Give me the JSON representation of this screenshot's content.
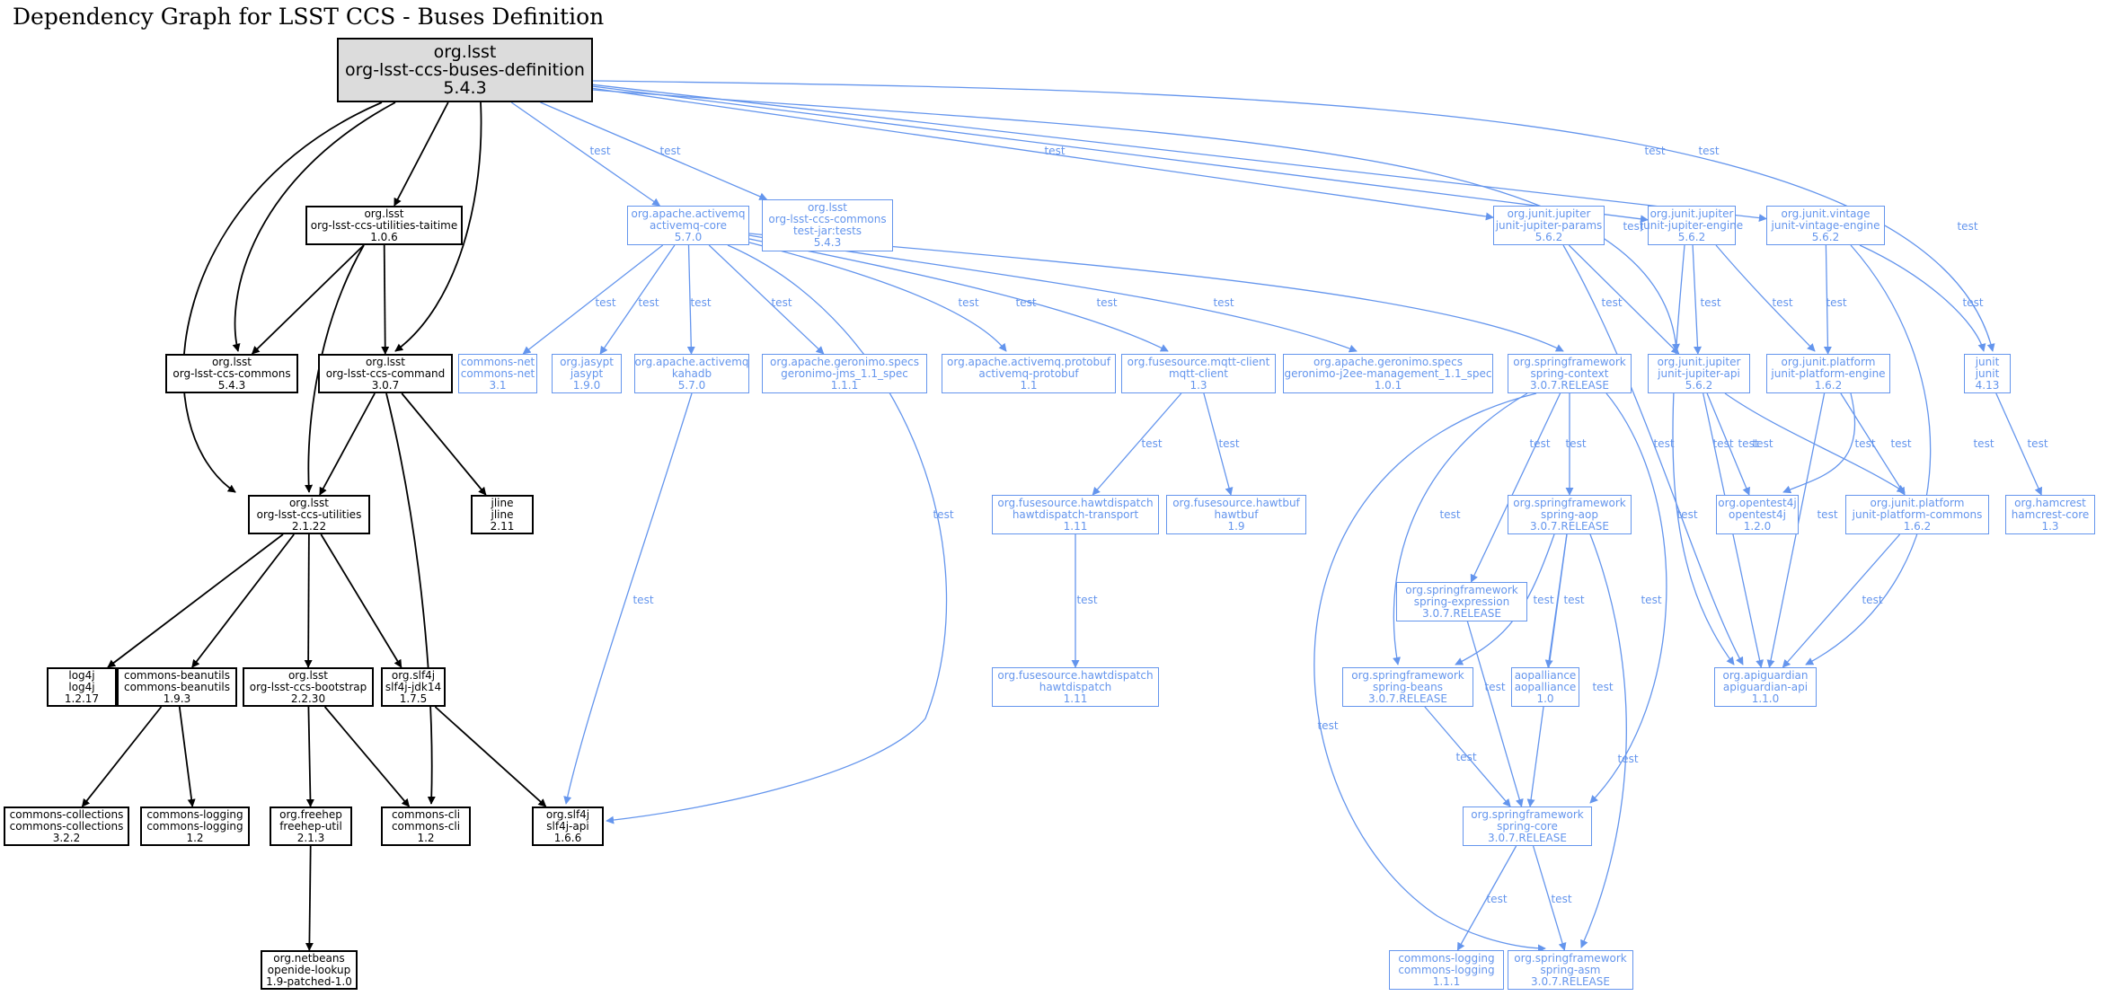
{
  "title": "Dependency Graph for LSST CCS - Buses Definition",
  "colors": {
    "compile": "#000000",
    "test": "#6495ed",
    "root_fill": "#dcdcdc"
  },
  "nodes": [
    {
      "id": "root",
      "lines": [
        "org.lsst",
        "org-lsst-ccs-buses-definition",
        "5.4.3"
      ],
      "scope": "root"
    },
    {
      "id": "taitime",
      "lines": [
        "org.lsst",
        "org-lsst-ccs-utilities-taitime",
        "1.0.6"
      ],
      "scope": "compile"
    },
    {
      "id": "commons",
      "lines": [
        "org.lsst",
        "org-lsst-ccs-commons",
        "5.4.3"
      ],
      "scope": "compile"
    },
    {
      "id": "command",
      "lines": [
        "org.lsst",
        "org-lsst-ccs-command",
        "3.0.7"
      ],
      "scope": "compile"
    },
    {
      "id": "utilities",
      "lines": [
        "org.lsst",
        "org-lsst-ccs-utilities",
        "2.1.22"
      ],
      "scope": "compile"
    },
    {
      "id": "jline",
      "lines": [
        "jline",
        "jline",
        "2.11"
      ],
      "scope": "compile"
    },
    {
      "id": "log4j",
      "lines": [
        "log4j",
        "log4j",
        "1.2.17"
      ],
      "scope": "compile"
    },
    {
      "id": "beanutils",
      "lines": [
        "commons-beanutils",
        "commons-beanutils",
        "1.9.3"
      ],
      "scope": "compile"
    },
    {
      "id": "bootstrap",
      "lines": [
        "org.lsst",
        "org-lsst-ccs-bootstrap",
        "2.2.30"
      ],
      "scope": "compile"
    },
    {
      "id": "slf4jjdk",
      "lines": [
        "org.slf4j",
        "slf4j-jdk14",
        "1.7.5"
      ],
      "scope": "compile"
    },
    {
      "id": "collections",
      "lines": [
        "commons-collections",
        "commons-collections",
        "3.2.2"
      ],
      "scope": "compile"
    },
    {
      "id": "logging",
      "lines": [
        "commons-logging",
        "commons-logging",
        "1.2"
      ],
      "scope": "compile"
    },
    {
      "id": "freehep",
      "lines": [
        "org.freehep",
        "freehep-util",
        "2.1.3"
      ],
      "scope": "compile"
    },
    {
      "id": "cli",
      "lines": [
        "commons-cli",
        "commons-cli",
        "1.2"
      ],
      "scope": "compile"
    },
    {
      "id": "slf4japi",
      "lines": [
        "org.slf4j",
        "slf4j-api",
        "1.6.6"
      ],
      "scope": "compile"
    },
    {
      "id": "openide",
      "lines": [
        "org.netbeans",
        "openide-lookup",
        "1.9-patched-1.0"
      ],
      "scope": "compile"
    },
    {
      "id": "amqcore",
      "lines": [
        "org.apache.activemq",
        "activemq-core",
        "5.7.0"
      ],
      "scope": "test"
    },
    {
      "id": "commonstest",
      "lines": [
        "org.lsst",
        "org-lsst-ccs-commons",
        "test-jar:tests",
        "5.4.3"
      ],
      "scope": "test"
    },
    {
      "id": "jparams",
      "lines": [
        "org.junit.jupiter",
        "junit-jupiter-params",
        "5.6.2"
      ],
      "scope": "test"
    },
    {
      "id": "jengine",
      "lines": [
        "org.junit.jupiter",
        "junit-jupiter-engine",
        "5.6.2"
      ],
      "scope": "test"
    },
    {
      "id": "vintage",
      "lines": [
        "org.junit.vintage",
        "junit-vintage-engine",
        "5.6.2"
      ],
      "scope": "test"
    },
    {
      "id": "commonsnet",
      "lines": [
        "commons-net",
        "commons-net",
        "3.1"
      ],
      "scope": "test"
    },
    {
      "id": "jasypt",
      "lines": [
        "org.jasypt",
        "jasypt",
        "1.9.0"
      ],
      "scope": "test"
    },
    {
      "id": "kahadb",
      "lines": [
        "org.apache.activemq",
        "kahadb",
        "5.7.0"
      ],
      "scope": "test"
    },
    {
      "id": "jms",
      "lines": [
        "org.apache.geronimo.specs",
        "geronimo-jms_1.1_spec",
        "1.1.1"
      ],
      "scope": "test"
    },
    {
      "id": "protobuf",
      "lines": [
        "org.apache.activemq.protobuf",
        "activemq-protobuf",
        "1.1"
      ],
      "scope": "test"
    },
    {
      "id": "mqtt",
      "lines": [
        "org.fusesource.mqtt-client",
        "mqtt-client",
        "1.3"
      ],
      "scope": "test"
    },
    {
      "id": "j2ee",
      "lines": [
        "org.apache.geronimo.specs",
        "geronimo-j2ee-management_1.1_spec",
        "1.0.1"
      ],
      "scope": "test"
    },
    {
      "id": "context",
      "lines": [
        "org.springframework",
        "spring-context",
        "3.0.7.RELEASE"
      ],
      "scope": "test"
    },
    {
      "id": "japi",
      "lines": [
        "org.junit.jupiter",
        "junit-jupiter-api",
        "5.6.2"
      ],
      "scope": "test"
    },
    {
      "id": "pengine",
      "lines": [
        "org.junit.platform",
        "junit-platform-engine",
        "1.6.2"
      ],
      "scope": "test"
    },
    {
      "id": "junit",
      "lines": [
        "junit",
        "junit",
        "4.13"
      ],
      "scope": "test"
    },
    {
      "id": "hdtransport",
      "lines": [
        "org.fusesource.hawtdispatch",
        "hawtdispatch-transport",
        "1.11"
      ],
      "scope": "test"
    },
    {
      "id": "hawtbuf",
      "lines": [
        "org.fusesource.hawtbuf",
        "hawtbuf",
        "1.9"
      ],
      "scope": "test"
    },
    {
      "id": "aop",
      "lines": [
        "org.springframework",
        "spring-aop",
        "3.0.7.RELEASE"
      ],
      "scope": "test"
    },
    {
      "id": "opentest4j",
      "lines": [
        "org.opentest4j",
        "opentest4j",
        "1.2.0"
      ],
      "scope": "test"
    },
    {
      "id": "pcommons",
      "lines": [
        "org.junit.platform",
        "junit-platform-commons",
        "1.6.2"
      ],
      "scope": "test"
    },
    {
      "id": "hamcrest",
      "lines": [
        "org.hamcrest",
        "hamcrest-core",
        "1.3"
      ],
      "scope": "test"
    },
    {
      "id": "expression",
      "lines": [
        "org.springframework",
        "spring-expression",
        "3.0.7.RELEASE"
      ],
      "scope": "test"
    },
    {
      "id": "hawtdispatch",
      "lines": [
        "org.fusesource.hawtdispatch",
        "hawtdispatch",
        "1.11"
      ],
      "scope": "test"
    },
    {
      "id": "beans",
      "lines": [
        "org.springframework",
        "spring-beans",
        "3.0.7.RELEASE"
      ],
      "scope": "test"
    },
    {
      "id": "aopalliance",
      "lines": [
        "aopalliance",
        "aopalliance",
        "1.0"
      ],
      "scope": "test"
    },
    {
      "id": "apiguardian",
      "lines": [
        "org.apiguardian",
        "apiguardian-api",
        "1.1.0"
      ],
      "scope": "test"
    },
    {
      "id": "springcore",
      "lines": [
        "org.springframework",
        "spring-core",
        "3.0.7.RELEASE"
      ],
      "scope": "test"
    },
    {
      "id": "logging11",
      "lines": [
        "commons-logging",
        "commons-logging",
        "1.1.1"
      ],
      "scope": "test"
    },
    {
      "id": "asm",
      "lines": [
        "org.springframework",
        "spring-asm",
        "3.0.7.RELEASE"
      ],
      "scope": "test"
    }
  ],
  "edges": [
    {
      "from": "root",
      "to": "taitime",
      "label": ""
    },
    {
      "from": "root",
      "to": "commons",
      "label": ""
    },
    {
      "from": "root",
      "to": "command",
      "label": ""
    },
    {
      "from": "root",
      "to": "utilities",
      "label": ""
    },
    {
      "from": "root",
      "to": "amqcore",
      "label": "test"
    },
    {
      "from": "root",
      "to": "commonstest",
      "label": "test"
    },
    {
      "from": "root",
      "to": "jparams",
      "label": "test"
    },
    {
      "from": "root",
      "to": "jengine",
      "label": "test"
    },
    {
      "from": "root",
      "to": "vintage",
      "label": "test"
    },
    {
      "from": "root",
      "to": "japi",
      "label": "test"
    },
    {
      "from": "root",
      "to": "junit",
      "label": "test"
    },
    {
      "from": "taitime",
      "to": "commons",
      "label": ""
    },
    {
      "from": "taitime",
      "to": "command",
      "label": ""
    },
    {
      "from": "taitime",
      "to": "utilities",
      "label": ""
    },
    {
      "from": "command",
      "to": "utilities",
      "label": ""
    },
    {
      "from": "command",
      "to": "jline",
      "label": ""
    },
    {
      "from": "command",
      "to": "cli",
      "label": ""
    },
    {
      "from": "utilities",
      "to": "log4j",
      "label": ""
    },
    {
      "from": "utilities",
      "to": "beanutils",
      "label": ""
    },
    {
      "from": "utilities",
      "to": "bootstrap",
      "label": ""
    },
    {
      "from": "utilities",
      "to": "slf4jjdk",
      "label": ""
    },
    {
      "from": "beanutils",
      "to": "collections",
      "label": ""
    },
    {
      "from": "beanutils",
      "to": "logging",
      "label": ""
    },
    {
      "from": "bootstrap",
      "to": "freehep",
      "label": ""
    },
    {
      "from": "bootstrap",
      "to": "cli",
      "label": ""
    },
    {
      "from": "slf4jjdk",
      "to": "slf4japi",
      "label": ""
    },
    {
      "from": "freehep",
      "to": "openide",
      "label": ""
    },
    {
      "from": "amqcore",
      "to": "commonsnet",
      "label": "test"
    },
    {
      "from": "amqcore",
      "to": "jasypt",
      "label": "test"
    },
    {
      "from": "amqcore",
      "to": "kahadb",
      "label": "test"
    },
    {
      "from": "amqcore",
      "to": "jms",
      "label": "test"
    },
    {
      "from": "amqcore",
      "to": "protobuf",
      "label": "test"
    },
    {
      "from": "amqcore",
      "to": "mqtt",
      "label": "test"
    },
    {
      "from": "amqcore",
      "to": "j2ee",
      "label": "test"
    },
    {
      "from": "amqcore",
      "to": "context",
      "label": "test"
    },
    {
      "from": "amqcore",
      "to": "slf4japi",
      "label": "test"
    },
    {
      "from": "kahadb",
      "to": "slf4japi",
      "label": "test"
    },
    {
      "from": "mqtt",
      "to": "hdtransport",
      "label": "test"
    },
    {
      "from": "mqtt",
      "to": "hawtbuf",
      "label": "test"
    },
    {
      "from": "hdtransport",
      "to": "hawtdispatch",
      "label": "test"
    },
    {
      "from": "context",
      "to": "aop",
      "label": "test"
    },
    {
      "from": "context",
      "to": "expression",
      "label": "test"
    },
    {
      "from": "context",
      "to": "beans",
      "label": "test"
    },
    {
      "from": "context",
      "to": "springcore",
      "label": "test"
    },
    {
      "from": "context",
      "to": "asm",
      "label": "test"
    },
    {
      "from": "aop",
      "to": "beans",
      "label": "test"
    },
    {
      "from": "aop",
      "to": "aopalliance",
      "label": "test"
    },
    {
      "from": "aop",
      "to": "springcore",
      "label": "test"
    },
    {
      "from": "aop",
      "to": "asm",
      "label": "test"
    },
    {
      "from": "expression",
      "to": "springcore",
      "label": "test"
    },
    {
      "from": "beans",
      "to": "springcore",
      "label": "test"
    },
    {
      "from": "springcore",
      "to": "logging11",
      "label": "test"
    },
    {
      "from": "springcore",
      "to": "asm",
      "label": "test"
    },
    {
      "from": "jparams",
      "to": "japi",
      "label": "test"
    },
    {
      "from": "jparams",
      "to": "apiguardian",
      "label": "test"
    },
    {
      "from": "jengine",
      "to": "japi",
      "label": "test"
    },
    {
      "from": "jengine",
      "to": "pengine",
      "label": "test"
    },
    {
      "from": "jengine",
      "to": "apiguardian",
      "label": "test"
    },
    {
      "from": "vintage",
      "to": "pengine",
      "label": "test"
    },
    {
      "from": "vintage",
      "to": "junit",
      "label": "test"
    },
    {
      "from": "vintage",
      "to": "apiguardian",
      "label": "test"
    },
    {
      "from": "japi",
      "to": "opentest4j",
      "label": "test"
    },
    {
      "from": "japi",
      "to": "pcommons",
      "label": "test"
    },
    {
      "from": "japi",
      "to": "apiguardian",
      "label": "test"
    },
    {
      "from": "pengine",
      "to": "opentest4j",
      "label": "test"
    },
    {
      "from": "pengine",
      "to": "pcommons",
      "label": "test"
    },
    {
      "from": "pengine",
      "to": "apiguardian",
      "label": "test"
    },
    {
      "from": "pcommons",
      "to": "apiguardian",
      "label": "test"
    },
    {
      "from": "junit",
      "to": "hamcrest",
      "label": "test"
    }
  ]
}
